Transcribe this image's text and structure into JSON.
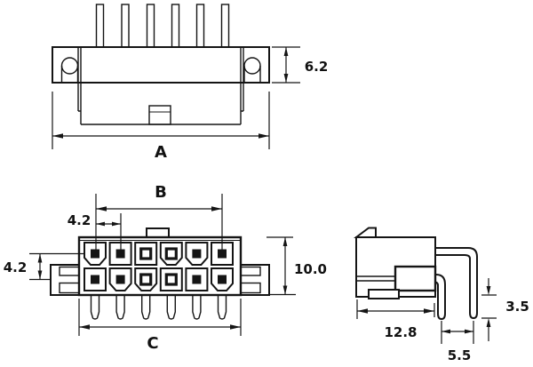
{
  "drawing": {
    "description": "Three-view dimensioned technical drawing of a 12-circuit (2 rows x 6 columns) right-angle PCB header connector",
    "views": {
      "top_view": {
        "name": "top view",
        "pin_count": 6,
        "dims": {
          "flange_height": "6.2",
          "overall_width": "A"
        }
      },
      "front_view": {
        "name": "front view",
        "rows": 2,
        "cols": 6,
        "circuit_count": 12,
        "dims": {
          "pin_span": "B",
          "pitch_horizontal": "4.2",
          "pitch_vertical": "4.2",
          "body_height": "10.0",
          "overall_width": "C"
        }
      },
      "side_view": {
        "name": "side view",
        "dims": {
          "body_depth": "12.8",
          "pin_row_spacing": "5.5",
          "pin_tip_height": "3.5"
        }
      }
    },
    "colors": {
      "line": "#151515",
      "background": "#ffffff"
    }
  }
}
